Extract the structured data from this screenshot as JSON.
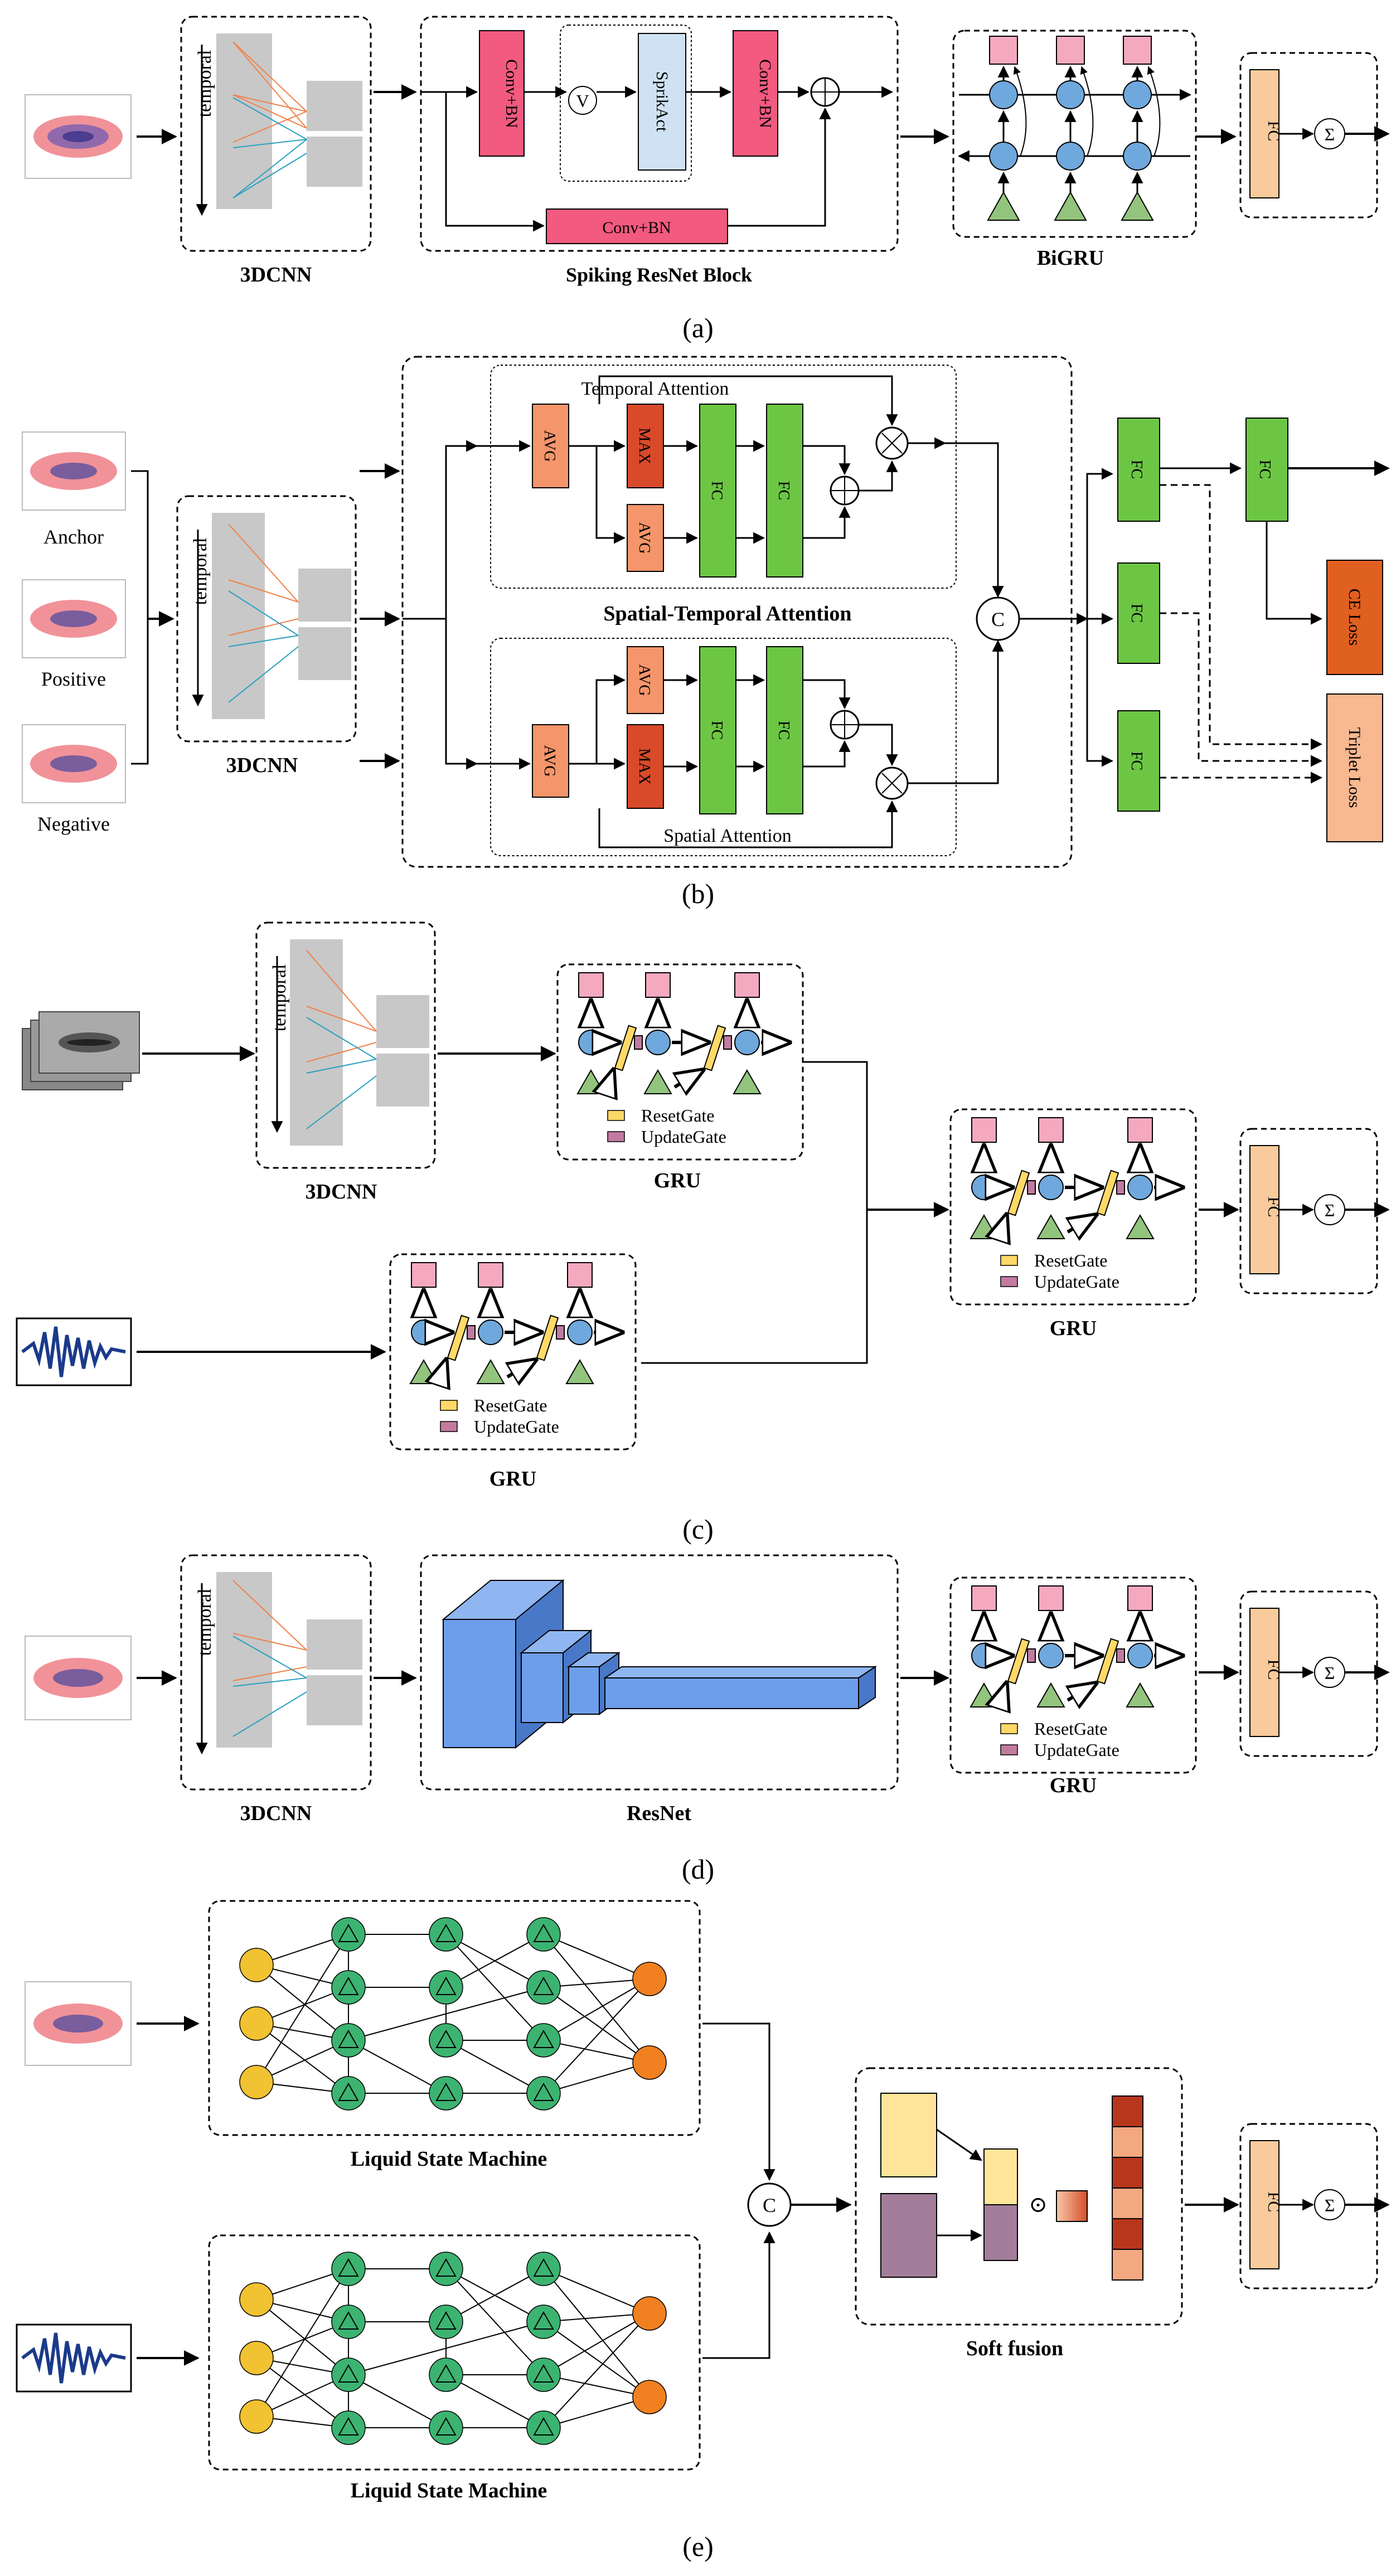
{
  "panels": {
    "a": {
      "tag": "(a)",
      "cnn_label": "3DCNN",
      "cnn_axis": "temporal",
      "resnet_block_label": "Spiking ResNet Block",
      "conv_bn": "Conv+BN",
      "spike_act": "SprikAct",
      "v_label": "V",
      "bigru_label": "BiGRU",
      "fc": "FC",
      "sigma": "Σ"
    },
    "b": {
      "tag": "(b)",
      "anchor": "Anchor",
      "positive": "Positive",
      "negative": "Negative",
      "cnn_label": "3DCNN",
      "cnn_axis": "temporal",
      "temporal_attention": "Temporal Attention",
      "spatial_attention": "Spatial Attention",
      "st_attention": "Spatial-Temporal Attention",
      "avg": "AVG",
      "max": "MAX",
      "fc": "FC",
      "concat": "C",
      "ce_loss": "CE Loss",
      "triplet_loss": "Triplet Loss"
    },
    "c": {
      "tag": "(c)",
      "cnn_label": "3DCNN",
      "cnn_axis": "temporal",
      "gru_label": "GRU",
      "reset_gate": "ResetGate",
      "update_gate": "UpdateGate",
      "fc": "FC",
      "sigma": "Σ"
    },
    "d": {
      "tag": "(d)",
      "cnn_label": "3DCNN",
      "cnn_axis": "temporal",
      "resnet_label": "ResNet",
      "gru_label": "GRU",
      "reset_gate": "ResetGate",
      "update_gate": "UpdateGate",
      "fc": "FC",
      "sigma": "Σ"
    },
    "e": {
      "tag": "(e)",
      "lsm_label": "Liquid State Machine",
      "concat": "C",
      "soft_fusion": "Soft fusion",
      "odot": "⊙",
      "fc": "FC",
      "sigma": "Σ"
    }
  },
  "colors": {
    "conv": "#f25a7f",
    "spikeact": "#cfe2f3",
    "gru_out": "#f4a9bf",
    "gru_node": "#6fa8dc",
    "gru_in": "#93c47d",
    "fc_soft": "#f9cb9c",
    "avg": "#f4956b",
    "max": "#d84a2a",
    "fc_green": "#6cc644",
    "ce_loss": "#e06020",
    "triplet": "#f8b890",
    "reset": "#ffd966",
    "update": "#c27ba0",
    "resnet": "#6d9eeb",
    "lsm_in": "#f1c232",
    "lsm_hidden": "#3cb371",
    "lsm_out": "#f08020"
  }
}
